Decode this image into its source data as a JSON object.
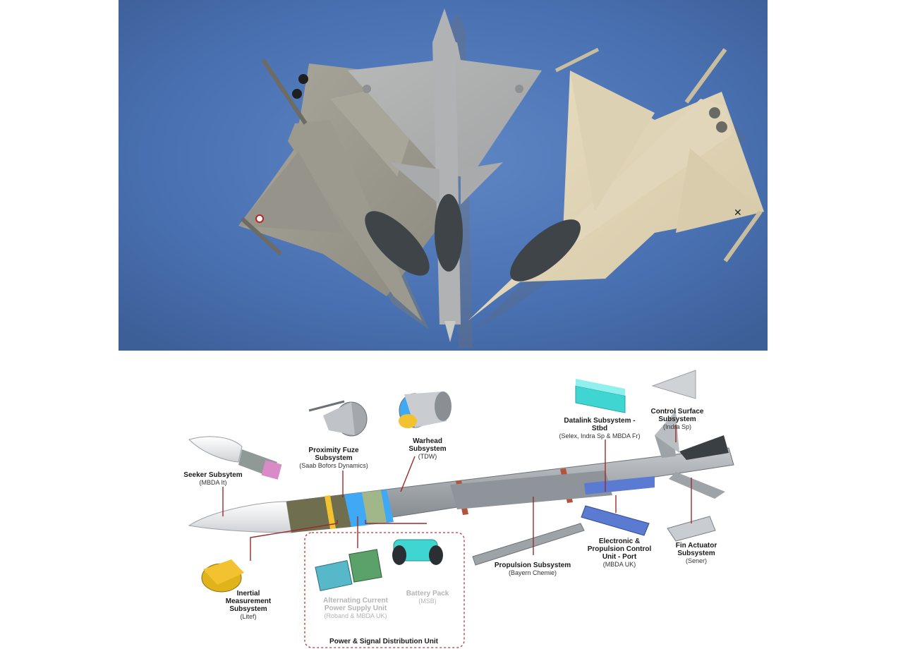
{
  "diagram": {
    "subsystems": [
      {
        "id": "seeker",
        "name": "Seeker Subsytem",
        "supplier": "(MBDA It)"
      },
      {
        "id": "fuze",
        "name": "Proximity Fuze Subsystem",
        "supplier": "(Saab Bofors Dynamics)"
      },
      {
        "id": "warhead",
        "name": "Warhead Subsystem",
        "supplier": "(TDW)"
      },
      {
        "id": "datalink",
        "name": "Datalink Subsystem - Stbd",
        "supplier": "(Selex, Indra Sp & MBDA Fr)"
      },
      {
        "id": "control_surface",
        "name": "Control Surface Subsystem",
        "supplier": "(Indra Sp)"
      },
      {
        "id": "inertial",
        "name": "Inertial Measurement Subsystem",
        "supplier": "(Litef)"
      },
      {
        "id": "ac_power",
        "name": "Alternating Current Power Supply Unit",
        "supplier": "(Roband & MBDA UK)"
      },
      {
        "id": "battery",
        "name": "Battery Pack",
        "supplier": "(MSB)"
      },
      {
        "id": "propulsion",
        "name": "Propulsion Subsystem",
        "supplier": "(Bayern Chemie)"
      },
      {
        "id": "epcu",
        "name": "Electronic & Propulsion Control Unit - Port",
        "supplier": "(MBDA UK)"
      },
      {
        "id": "fin_actuator",
        "name": "Fin Actuator Subsystem",
        "supplier": "(Sener)"
      }
    ],
    "power_group_label": "Power & Signal Distribution Unit",
    "colors": {
      "leader": "#9b2a2a",
      "body": "#9aa0a6",
      "blue": "#3fa9f5",
      "yellow": "#f2c230",
      "teal": "#3fd6d2",
      "group_border": "#b03a3a"
    }
  }
}
